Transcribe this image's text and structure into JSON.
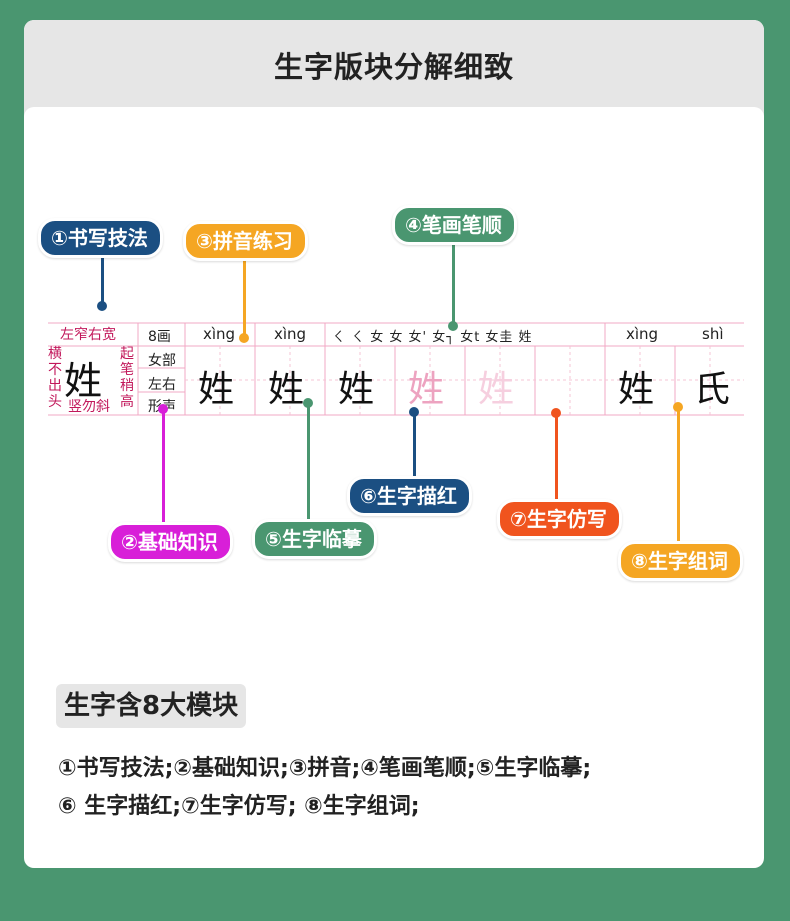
{
  "header": {
    "title": "生字版块分解细致"
  },
  "strip": {
    "tips": {
      "top": "左窄右宽",
      "left": "横不出头",
      "right": "起笔稍高",
      "bottom": "竖勿斜",
      "char": "姓"
    },
    "info": {
      "strokes": "8画",
      "radical": "女部",
      "structure": "左右",
      "type": "形声"
    },
    "pinyin_practice": [
      "xìng",
      "xìng"
    ],
    "stroke_order": "ㄑ ㄑ 女 女 女' 女┐ 女t 女圭 姓",
    "trace_chars": [
      "姓",
      "姓",
      "姓",
      "姓",
      "姓"
    ],
    "words": [
      {
        "pinyin": "xìng",
        "char": "姓"
      },
      {
        "pinyin": "shì",
        "char": "氏"
      }
    ]
  },
  "labels": [
    {
      "text": "①书写技法",
      "color": "#1b4f82"
    },
    {
      "text": "②基础知识",
      "color": "#d81fd8"
    },
    {
      "text": "③拼音练习",
      "color": "#f5a623"
    },
    {
      "text": "④笔画笔顺",
      "color": "#4a9670"
    },
    {
      "text": "⑤生字临摹",
      "color": "#4a9670"
    },
    {
      "text": "⑥生字描红",
      "color": "#1b4f82"
    },
    {
      "text": "⑦生字仿写",
      "color": "#f0541e"
    },
    {
      "text": "⑧生字组词",
      "color": "#f5a623"
    }
  ],
  "summary": {
    "title": "生字含8大模块",
    "line1": "①书写技法;②基础知识;③拼音;④笔画笔顺;⑤生字临摹;",
    "line2": "⑥ 生字描红;⑦生字仿写; ⑧生字组词;"
  }
}
